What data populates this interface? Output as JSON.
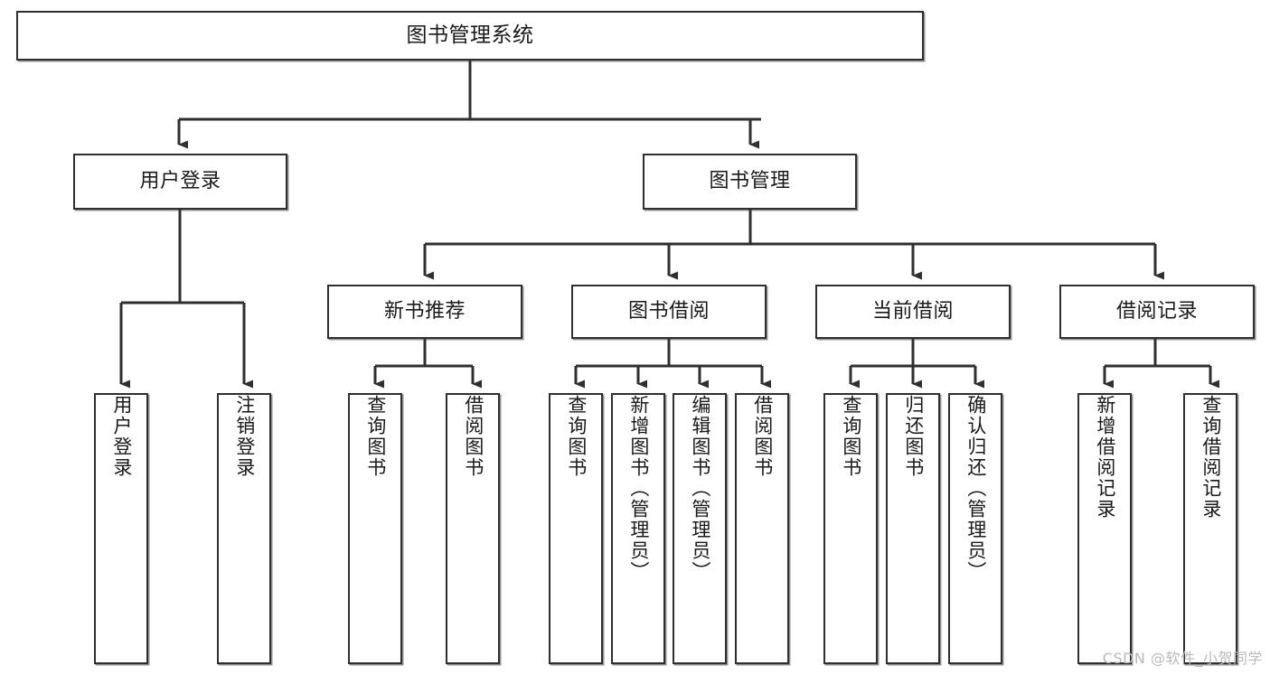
{
  "diagram": {
    "title": "图书管理系统",
    "type": "tree",
    "watermark": "CSDN @软件_小贺同学",
    "colors": {
      "stroke": "#2f2f2f",
      "fill": "#ffffff",
      "text": "#1a1a1a",
      "watermark": "#b9b9b9"
    },
    "root": {
      "label": "图书管理系统"
    },
    "level2": [
      {
        "id": "user-login",
        "label": "用户登录"
      },
      {
        "id": "book-management",
        "label": "图书管理"
      }
    ],
    "level3": [
      {
        "id": "new-book-recommend",
        "label": "新书推荐"
      },
      {
        "id": "book-borrow",
        "label": "图书借阅"
      },
      {
        "id": "current-borrow",
        "label": "当前借阅"
      },
      {
        "id": "borrow-record",
        "label": "借阅记录"
      }
    ],
    "leaves": {
      "user_login": [
        {
          "id": "leaf-user-login",
          "label": "用户登录"
        },
        {
          "id": "leaf-logout-login",
          "label": "注销登录"
        }
      ],
      "new_book_recommend": [
        {
          "id": "leaf-query-book-1",
          "label": "查询图书"
        },
        {
          "id": "leaf-borrow-book-1",
          "label": "借阅图书"
        }
      ],
      "book_borrow": [
        {
          "id": "leaf-query-book-2",
          "label": "查询图书"
        },
        {
          "id": "leaf-add-book",
          "label": "新增图书（管理员）"
        },
        {
          "id": "leaf-edit-book",
          "label": "编辑图书（管理员）"
        },
        {
          "id": "leaf-borrow-book-2",
          "label": "借阅图书"
        }
      ],
      "current_borrow": [
        {
          "id": "leaf-query-book-3",
          "label": "查询图书"
        },
        {
          "id": "leaf-return-book",
          "label": "归还图书"
        },
        {
          "id": "leaf-confirm-return",
          "label": "确认归还（管理员）"
        }
      ],
      "borrow_record": [
        {
          "id": "leaf-add-record",
          "label": "新增借阅记录"
        },
        {
          "id": "leaf-query-record",
          "label": "查询借阅记录"
        }
      ]
    }
  }
}
